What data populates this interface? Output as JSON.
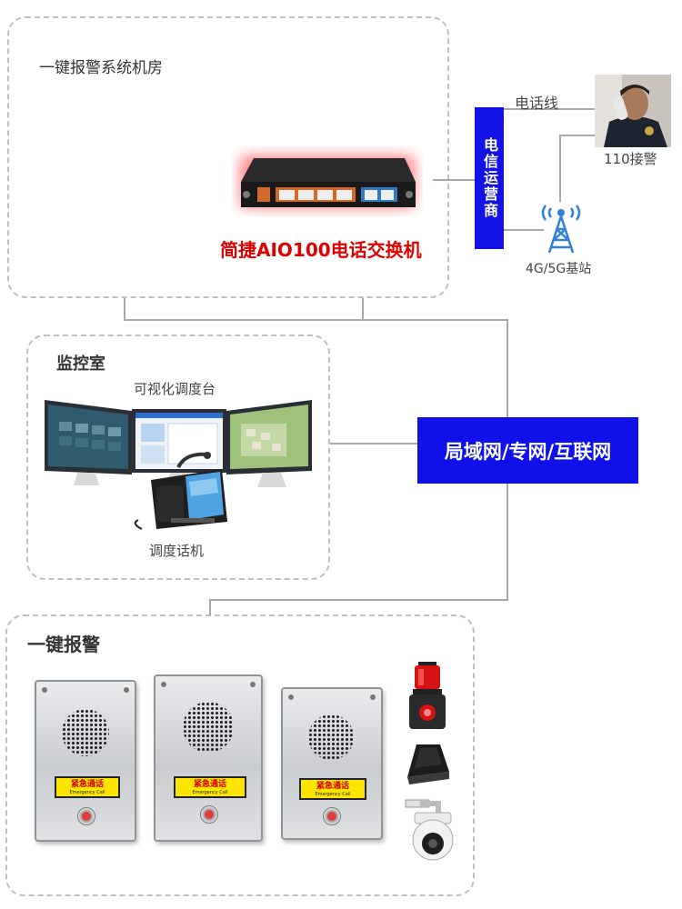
{
  "sections": {
    "server_room": "一键报警系统机房",
    "monitor_room": "监控室",
    "alarm": "一键报警"
  },
  "labels": {
    "pbx": "简捷AIO100电话交换机",
    "carrier": "电信运营商",
    "phone_line": "电话线",
    "police": "110接警",
    "base_station": "4G/5G基站",
    "network": "局域网/专网/互联网",
    "visual_console": "可视化调度台",
    "dispatch_phone": "调度话机",
    "emergency_tag": "紧急通话",
    "emergency_tag_en": "Emergency Call"
  },
  "colors": {
    "carrier_blue": "#1212e6",
    "network_blue": "#1010e8",
    "pbx_label_red": "#e00000",
    "connector_gray": "#a8a8a8"
  },
  "icons": [
    "router-device",
    "police-operator-photo",
    "signal-tower-icon",
    "monitor-screens",
    "desk-phone",
    "intercom-panel",
    "alarm-light",
    "foot-switch",
    "dome-camera"
  ]
}
